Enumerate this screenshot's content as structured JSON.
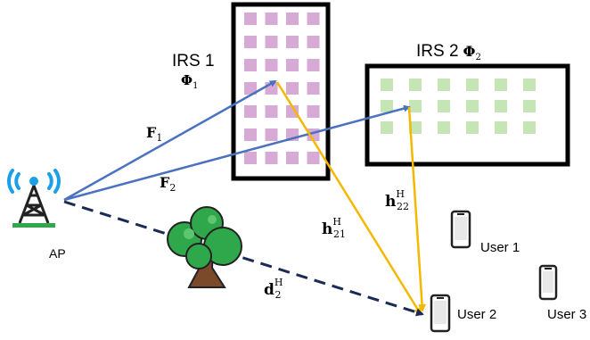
{
  "labels": {
    "irs1_title": "IRS 1",
    "irs1_phi": "Φ",
    "irs1_phi_sub": "1",
    "irs2_title": "IRS 2",
    "irs2_phi": "Φ",
    "irs2_phi_sub": "2",
    "ap": "AP",
    "f1": "F",
    "f1_sub": "1",
    "f2": "F",
    "f2_sub": "2",
    "h21": "h",
    "h21_sub": "21",
    "h21_sup": "H",
    "h22": "h",
    "h22_sub": "22",
    "h22_sup": "H",
    "d2": "d",
    "d2_sub": "2",
    "d2_sup": "H",
    "user1": "User 1",
    "user2": "User 2",
    "user3": "User 3"
  },
  "colors": {
    "irs1_element": "#d7a9d5",
    "irs2_element": "#c6e5b5",
    "blue_link": "#4a72c0",
    "yellow_link": "#f5b800",
    "dashed_link": "#1b2a55",
    "tower": "#222222",
    "signal": "#1aa0e8",
    "tree_green": "#2ea84a",
    "tree_trunk": "#7b4a2a"
  },
  "icons": {
    "ap": "antenna-tower-icon",
    "tree": "tree-icon",
    "phone": "smartphone-icon"
  }
}
